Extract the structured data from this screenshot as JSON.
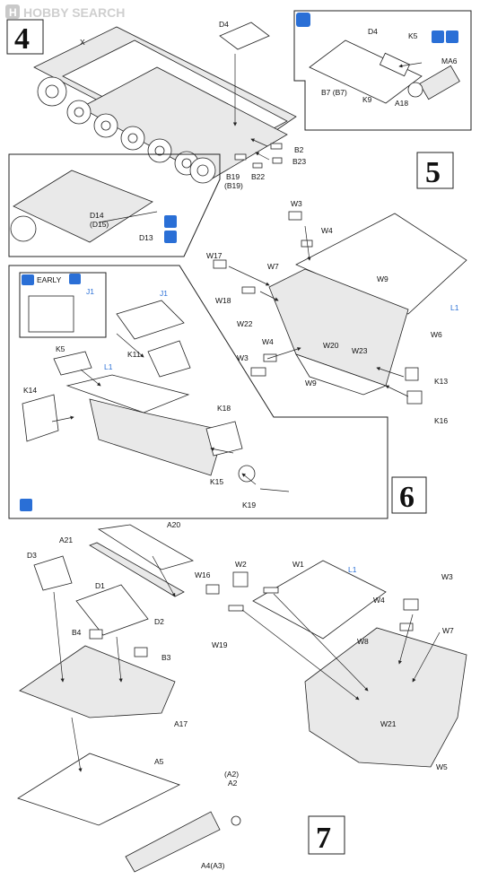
{
  "watermark": {
    "brand": "HOBBY SEARCH",
    "logo_letter": "H"
  },
  "steps": {
    "s4": "4",
    "s5": "5",
    "s6": "6",
    "s7": "7"
  },
  "step4": {
    "labels": {
      "x": "X",
      "d4": "D4",
      "b2": "B2",
      "b23": "B23",
      "b19": "B19",
      "b19b": "(B19)",
      "b22": "B22",
      "d14": "D14",
      "d15": "(D15)",
      "d13": "D13"
    },
    "inset": {
      "d4": "D4",
      "k5": "K5",
      "b7": "B7 (B7)",
      "k9": "K9",
      "a18": "A18",
      "ma6": "MA6"
    }
  },
  "step5": {
    "labels": {
      "w3a": "W3",
      "w4a": "W4",
      "w17": "W17",
      "w7": "W7",
      "w9a": "W9",
      "w18": "W18",
      "w22": "W22",
      "w4b": "W4",
      "w3b": "W3",
      "w20": "W20",
      "w23": "W23",
      "w6": "W6",
      "w9b": "W9",
      "k13": "K13",
      "k16": "K16",
      "l1": "L1"
    }
  },
  "step6": {
    "early": "EARLY",
    "labels": {
      "j1a": "J1",
      "j1b": "J1",
      "k5": "K5",
      "k11": "K11",
      "l1": "L1",
      "k14": "K14",
      "k18": "K18",
      "k15": "K15",
      "k19": "K19"
    }
  },
  "step7": {
    "labels": {
      "a20": "A20",
      "a21": "A21",
      "d3": "D3",
      "d1": "D1",
      "d2": "D2",
      "b4": "B4",
      "b3": "B3",
      "a17": "A17",
      "a5": "A5",
      "a2a": "(A2)",
      "a2b": "A2",
      "a4": "A4(A3)",
      "w16": "W16",
      "w2": "W2",
      "w1": "W1",
      "l1": "L1",
      "w3": "W3",
      "w4": "W4",
      "w19": "W19",
      "w8": "W8",
      "w7": "W7",
      "w21": "W21",
      "w5": "W5"
    }
  },
  "colors": {
    "ink": "#111111",
    "accent_blue": "#2a6fd6",
    "watermark": "#cfcfcf"
  }
}
